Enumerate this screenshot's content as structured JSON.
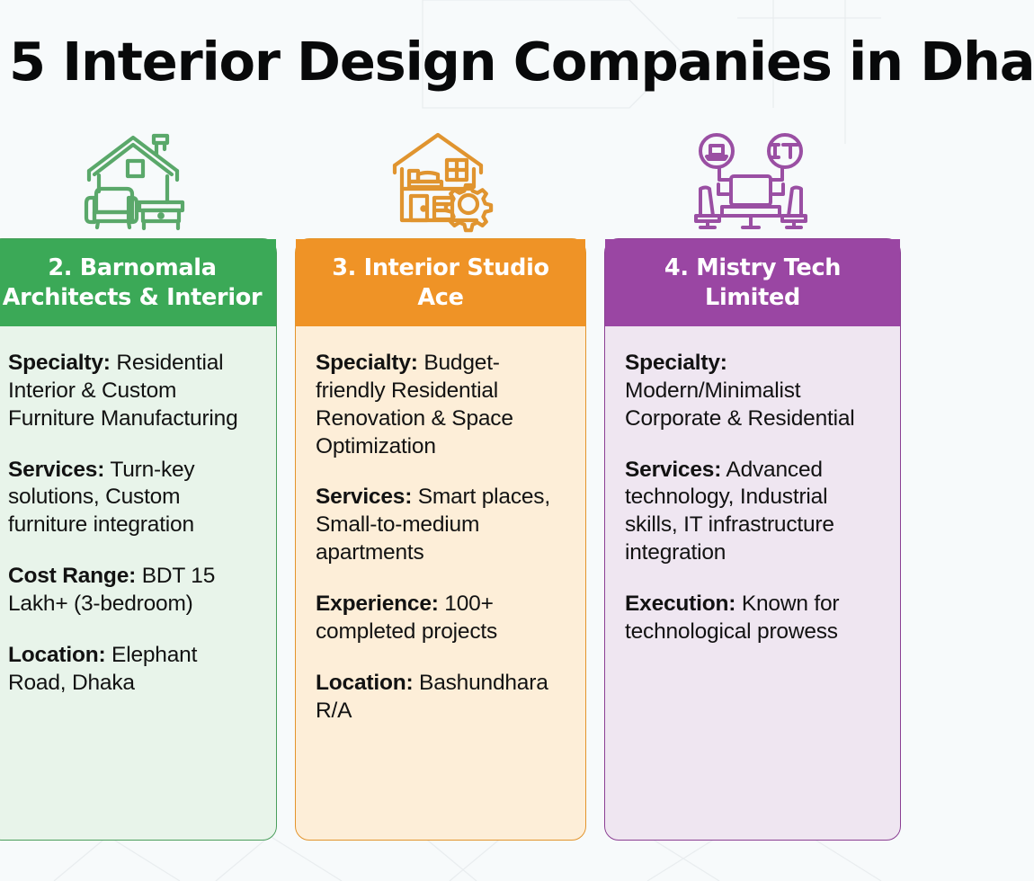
{
  "page": {
    "title": "5 Interior Design Companies in Dha",
    "background_color": "#f7fafb"
  },
  "icons": [
    {
      "name": "house-furniture-icon",
      "color": "#5aa86a",
      "card": "green"
    },
    {
      "name": "house-renovation-gear-icon",
      "color": "#e0942f",
      "card": "orange"
    },
    {
      "name": "it-workstation-icon",
      "color": "#9a4fa3",
      "card": "purple"
    }
  ],
  "cards": [
    {
      "id": "card-2",
      "accent": "#3ba957",
      "body_bg": "#e8f4ea",
      "border": "#4a9e5c",
      "title": "2. Barnomala Architects & Interior",
      "fields": [
        {
          "label": "Specialty:",
          "value": " Residential Interior & Custom Furniture Manufacturing"
        },
        {
          "label": "Services:",
          "value": " Turn-key solutions, Custom furniture integration"
        },
        {
          "label": "Cost Range:",
          "value": " BDT 15 Lakh+ (3-bedroom)"
        },
        {
          "label": "Location:",
          "value": " Elephant Road, Dhaka"
        }
      ]
    },
    {
      "id": "card-3",
      "accent": "#ef9326",
      "body_bg": "#fdeed8",
      "border": "#e3942c",
      "title": "3. Interior Studio Ace",
      "fields": [
        {
          "label": "Specialty:",
          "value": " Budget-friendly Residential Renovation & Space Optimization"
        },
        {
          "label": "Services:",
          "value": " Smart places, Small-to-medium apartments"
        },
        {
          "label": "Experience:",
          "value": " 100+ completed projects"
        },
        {
          "label": "Location:",
          "value": " Bashundhara R/A"
        }
      ]
    },
    {
      "id": "card-4",
      "accent": "#9a46a3",
      "body_bg": "#efe6f1",
      "border": "#8b3f93",
      "title": "4. Mistry Tech Limited",
      "fields": [
        {
          "label": "Specialty:",
          "value": " Modern/Minimalist Corporate & Residential"
        },
        {
          "label": "Services:",
          "value": " Advanced technology, Industrial skills, IT infrastructure integration"
        },
        {
          "label": "Execution:",
          "value": " Known for technological prowess"
        }
      ]
    }
  ]
}
